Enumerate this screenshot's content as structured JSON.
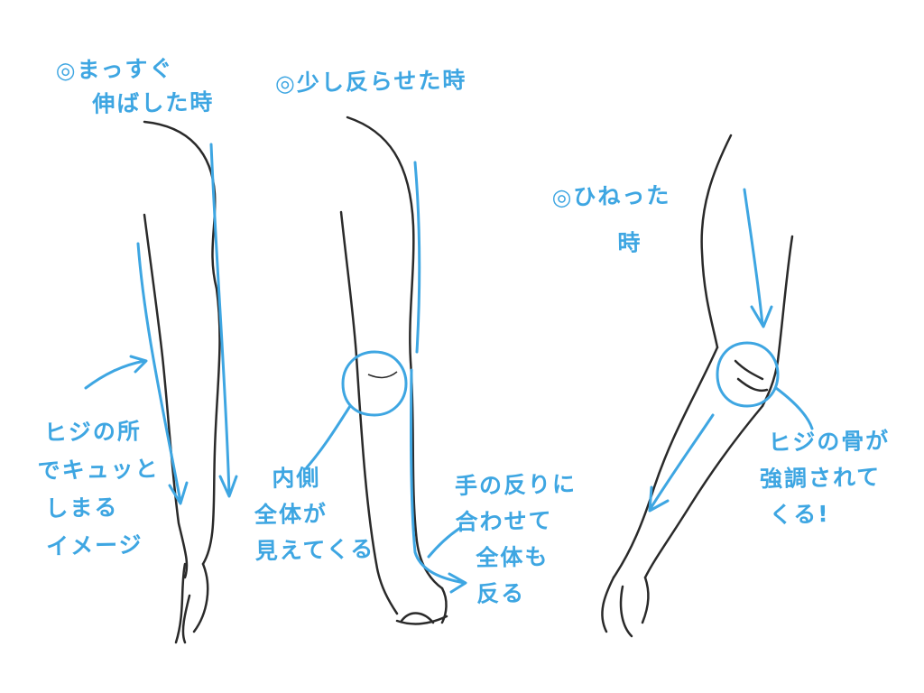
{
  "colors": {
    "sketch": "#2a2a2a",
    "annotation": "#3ea6e2",
    "background": "#ffffff"
  },
  "sections": [
    {
      "title_lines": [
        "◎まっすぐ",
        "伸ばした時"
      ]
    },
    {
      "title_lines": [
        "◎少し反らせた時"
      ]
    },
    {
      "title_lines": [
        "◎ひねった",
        "時"
      ]
    }
  ],
  "notes": {
    "elbow_tighten": [
      "ヒジの所",
      "でキュッと",
      "しまる",
      "イメージ"
    ],
    "inner_visible": [
      "内側",
      "全体が",
      "見えてくる"
    ],
    "wrist_bend": [
      "手の反りに",
      "合わせて",
      "全体も",
      "反る"
    ],
    "elbow_bone": [
      "ヒジの骨が",
      "強調されて",
      "くる!"
    ]
  }
}
